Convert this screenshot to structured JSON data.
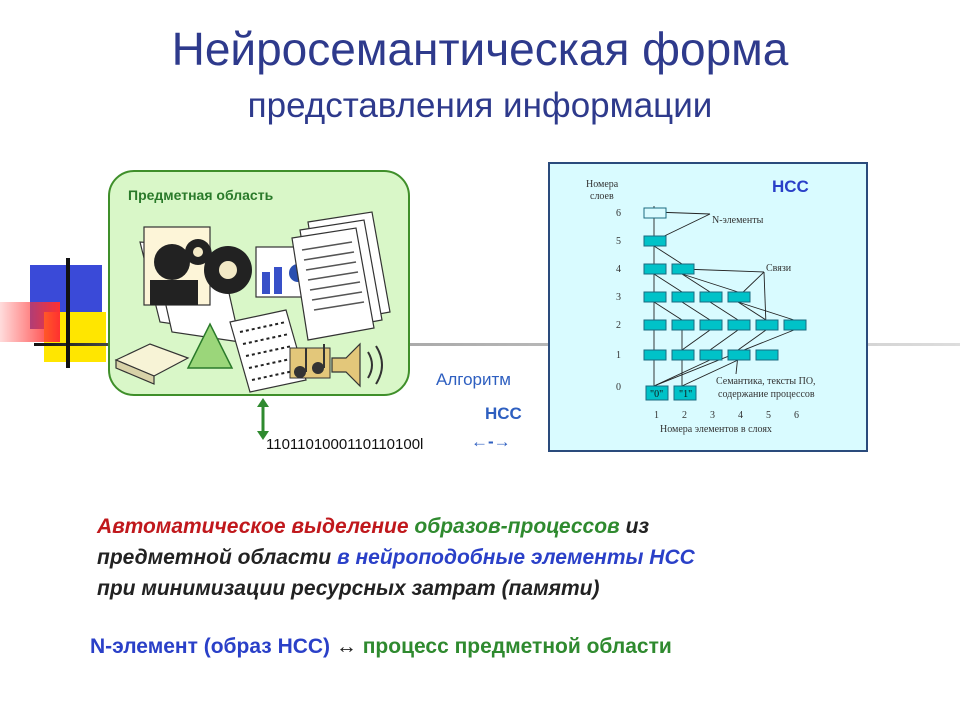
{
  "title": {
    "main": "Нейросемантическая форма",
    "sub": "представления информации"
  },
  "subject_area": {
    "label": "Предметная область"
  },
  "ncc_panel": {
    "title": "НСС",
    "layers_label_1": "Номера",
    "layers_label_2": "слоев",
    "layer_numbers": [
      "6",
      "5",
      "4",
      "3",
      "2",
      "1",
      "0"
    ],
    "n_elements_label": "N-элементы",
    "links_label": "Связи",
    "semantics_label_1": "Семантика, тексты ПО,",
    "semantics_label_2": "содержание процессов",
    "zero_label": "\"0\"",
    "one_label": "\"1\"",
    "element_numbers": [
      "1",
      "2",
      "3",
      "4",
      "5",
      "6"
    ],
    "element_numbers_caption": "Номера элементов в слоях"
  },
  "algorithm": {
    "label": "Алгоритм",
    "ncc": "НСС",
    "binary": "1101101000110110100l",
    "arrows": "←-→"
  },
  "auto_text": {
    "p1": "Автоматическое выделение",
    "p2": "образов-процессов",
    "p3": "из",
    "p4": "предметной области",
    "p5": "в нейроподобные элементы НСС",
    "p6": "при минимизации ресурсных затрат (памяти)"
  },
  "n_element_line": {
    "p1": "N-элемент",
    "p2": "(образ НСС)",
    "arrow": "↔",
    "p3": "процесс предметной области"
  },
  "colors": {
    "title": "#2e3a8c",
    "subject_bg": "#d9f7c8",
    "panel_bg": "#d9fbff",
    "node": "#00c2c8",
    "accent_red": "#c0181c",
    "accent_green": "#2f8a2f",
    "accent_blue": "#2a40c8"
  }
}
